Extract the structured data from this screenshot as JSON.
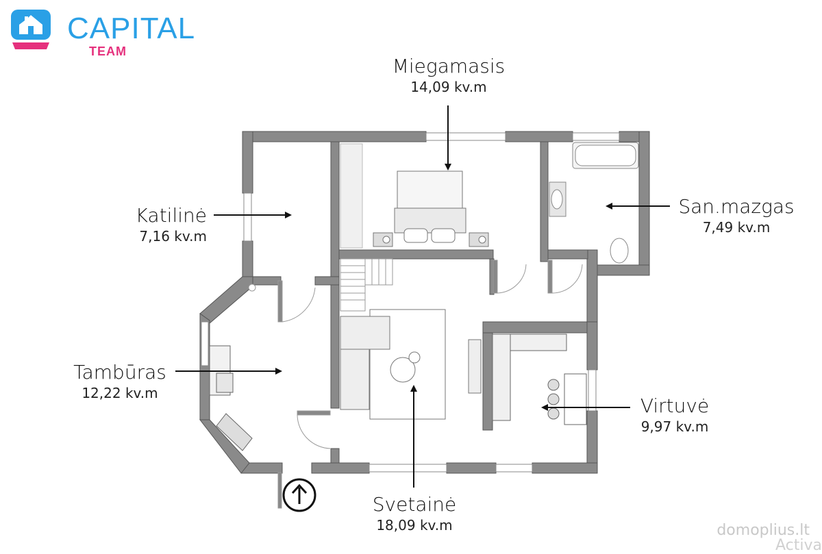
{
  "logo": {
    "name": "CAPITAL",
    "sub": "TEAM"
  },
  "rooms": [
    {
      "key": "miegamasis",
      "name": "Miegamasis",
      "area": "14,09 kv.m"
    },
    {
      "key": "katiline",
      "name": "Katilinė",
      "area": "7,16 kv.m"
    },
    {
      "key": "sanmazgas",
      "name": "San.mazgas",
      "area": "7,49 kv.m"
    },
    {
      "key": "tamburas",
      "name": "Tambūras",
      "area": "12,22 kv.m"
    },
    {
      "key": "virtuve",
      "name": "Virtuvė",
      "area": "9,97 kv.m"
    },
    {
      "key": "svetaine",
      "name": "Svetainė",
      "area": "18,09 kv.m"
    }
  ],
  "watermark": "domoplius.lt",
  "watermark2": "Activa",
  "colors": {
    "wall": "#8a8a8a",
    "brand_blue": "#2aa0e6",
    "brand_pink": "#e5317d"
  }
}
